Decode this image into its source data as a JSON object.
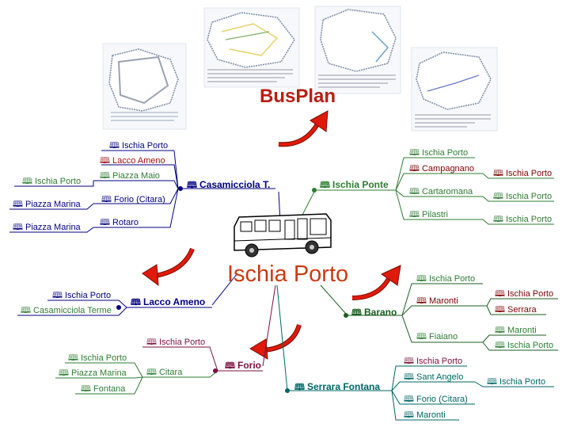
{
  "header": {
    "title": "BusPlan"
  },
  "hub": {
    "label": "Ischia Porto"
  },
  "icon": "book-icon",
  "colors": {
    "casamicciola": "#000080",
    "lacco": "#000080",
    "ponte": "#2e7d32",
    "barano": "#1b5e20",
    "forio": "#7b1040",
    "serrara": "#006666",
    "green": "#008000",
    "blue": "#000080",
    "red": "#a01010",
    "maroon": "#800000",
    "teal": "#006b6b",
    "arrow": "#e01a0a"
  },
  "branches": {
    "casamicciola": {
      "label": "Casamicciola T.",
      "children": [
        "Ischia Porto",
        "Lacco Ameno",
        "Piazza Maio",
        "Forio (Citara)",
        "Rotaro"
      ],
      "piazza_maio_children": [
        "Ischia Porto"
      ],
      "forio_citara_children": [
        "Piazza Marina"
      ],
      "rotaro_children": [
        "Piazza Marina"
      ]
    },
    "lacco": {
      "label": "Lacco Ameno",
      "children": [
        "Ischia Porto",
        "Casamicciola Terme"
      ]
    },
    "forio": {
      "label": "Forio",
      "children": [
        "Ischia Porto",
        "Citara"
      ],
      "citara_children": [
        "Ischia Porto",
        "Piazza Marina",
        "Fontana"
      ]
    },
    "ponte": {
      "label": "Ischia Ponte",
      "children": [
        "Ischia Porto",
        "Campagnano",
        "Cartaromana",
        "Pilastri"
      ],
      "campagnano_children": [
        "Ischia Porto"
      ],
      "cartaromana_children": [
        "Ischia Porto"
      ],
      "pilastri_children": [
        "Ischia Porto"
      ]
    },
    "barano": {
      "label": "Barano",
      "children": [
        "Ischia Porto",
        "Maronti",
        "Fiaiano"
      ],
      "maronti_children": [
        "Ischia Porto",
        "Serrara"
      ],
      "fiaiano_children": [
        "Maronti",
        "Ischia Porto"
      ]
    },
    "serrara": {
      "label": "Serrara Fontana",
      "children": [
        "Ischia Porto",
        "Sant Angelo",
        "Forio (Citara)",
        "Maronti"
      ],
      "sant_angelo_children": [
        "Ischia Porto"
      ]
    }
  }
}
